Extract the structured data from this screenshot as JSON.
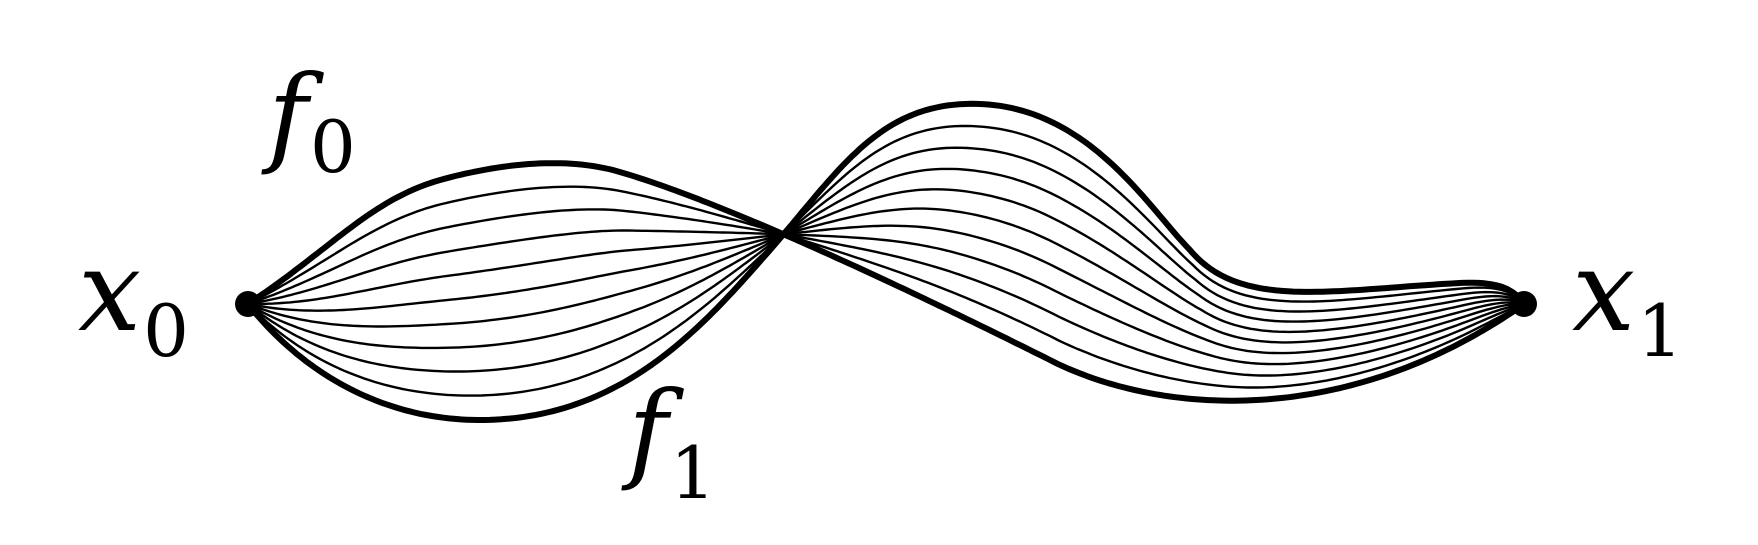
{
  "labels": {
    "start_point": {
      "letter": "x",
      "subscript": "0"
    },
    "end_point": {
      "letter": "x",
      "subscript": "1"
    },
    "path_f0": {
      "letter": "f",
      "subscript": "0"
    },
    "path_f1": {
      "letter": "f",
      "subscript": "1"
    }
  },
  "homotopy": {
    "intermediate_paths": 9
  },
  "colors": {
    "stroke": "#000000",
    "background": "#ffffff"
  }
}
